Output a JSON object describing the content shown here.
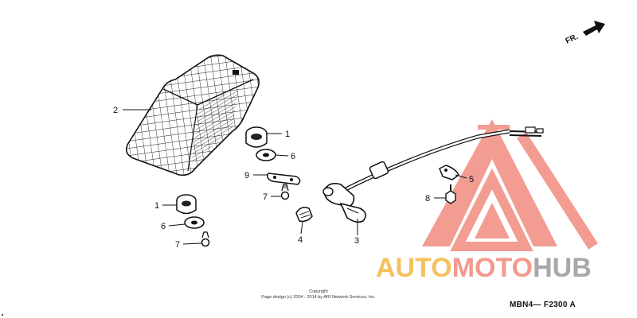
{
  "direction_label": "FR.",
  "callouts": {
    "c2": "2",
    "c1a": "1",
    "c6a": "6",
    "c9": "9",
    "c7a": "7",
    "c4": "4",
    "c3": "3",
    "c5": "5",
    "c8": "8",
    "c1b": "1",
    "c6b": "6",
    "c7b": "7"
  },
  "copyright": {
    "line1": "Copyright",
    "line2": "Page design (c) 2004 - 2014 by ARI Network Services, Inc."
  },
  "diagram_code": "MBN4— F2300 A",
  "watermark": {
    "part1": "AUTO",
    "part2": "MOTO",
    "part3": "HUB"
  },
  "colors": {
    "ink": "#111111",
    "watermark_red": "#f08b80",
    "watermark_yellow": "#f4c15e",
    "watermark_gray": "#a8a8a8"
  }
}
